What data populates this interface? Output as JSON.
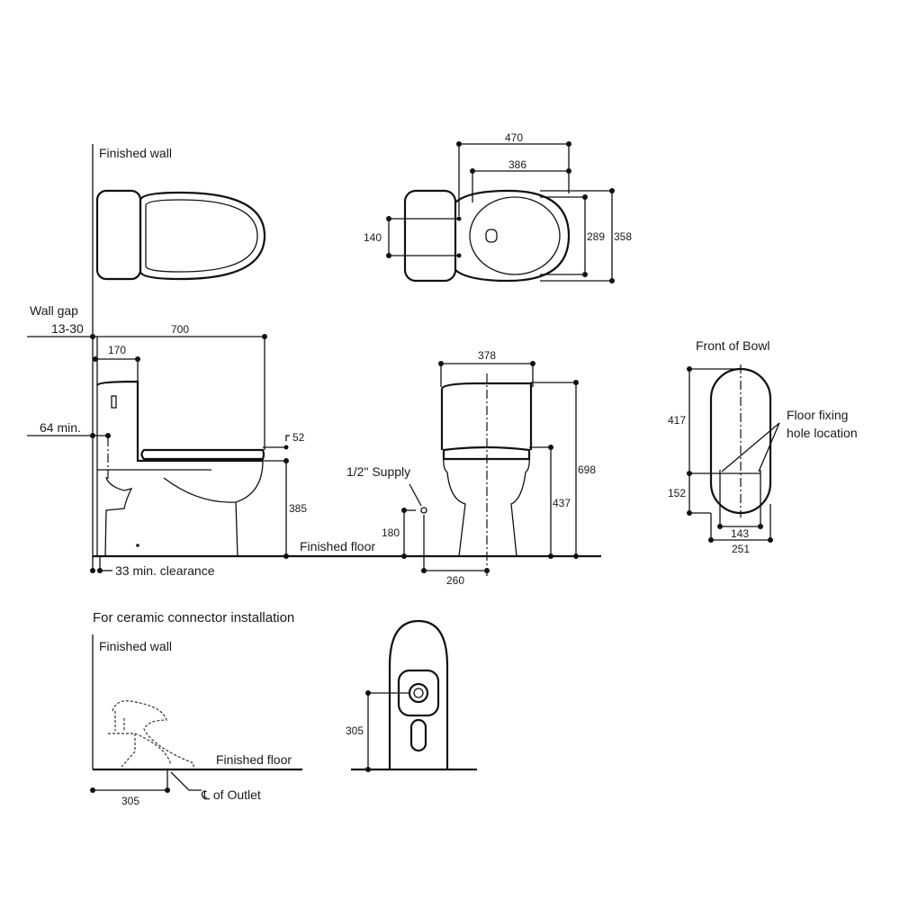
{
  "labels": {
    "finished_wall": "Finished wall",
    "wall_gap": "Wall gap",
    "wall_gap_value": "13-30",
    "min_64": "64 min.",
    "clearance_33": "33 min. clearance",
    "finished_floor": "Finished floor",
    "supply": "1/2\" Supply",
    "front_of_bowl": "Front of Bowl",
    "floor_fixing_line1": "Floor fixing",
    "floor_fixing_line2": "hole location",
    "ceramic_connector": "For ceramic connector installation",
    "finished_wall_2": "Finished wall",
    "finished_floor_2": "Finished floor",
    "outlet": "℄ of Outlet"
  },
  "dimensions": {
    "plan_470": "470",
    "plan_386": "386",
    "plan_140": "140",
    "plan_289": "289",
    "plan_358": "358",
    "side_700": "700",
    "side_170": "170",
    "side_52": "52",
    "side_385": "385",
    "front_378": "378",
    "front_698": "698",
    "front_437": "437",
    "front_180": "180",
    "front_260": "260",
    "bowl_417": "417",
    "bowl_152": "152",
    "bowl_143": "143",
    "bowl_251": "251",
    "conn_305_h": "305",
    "conn_305_v": "305"
  }
}
